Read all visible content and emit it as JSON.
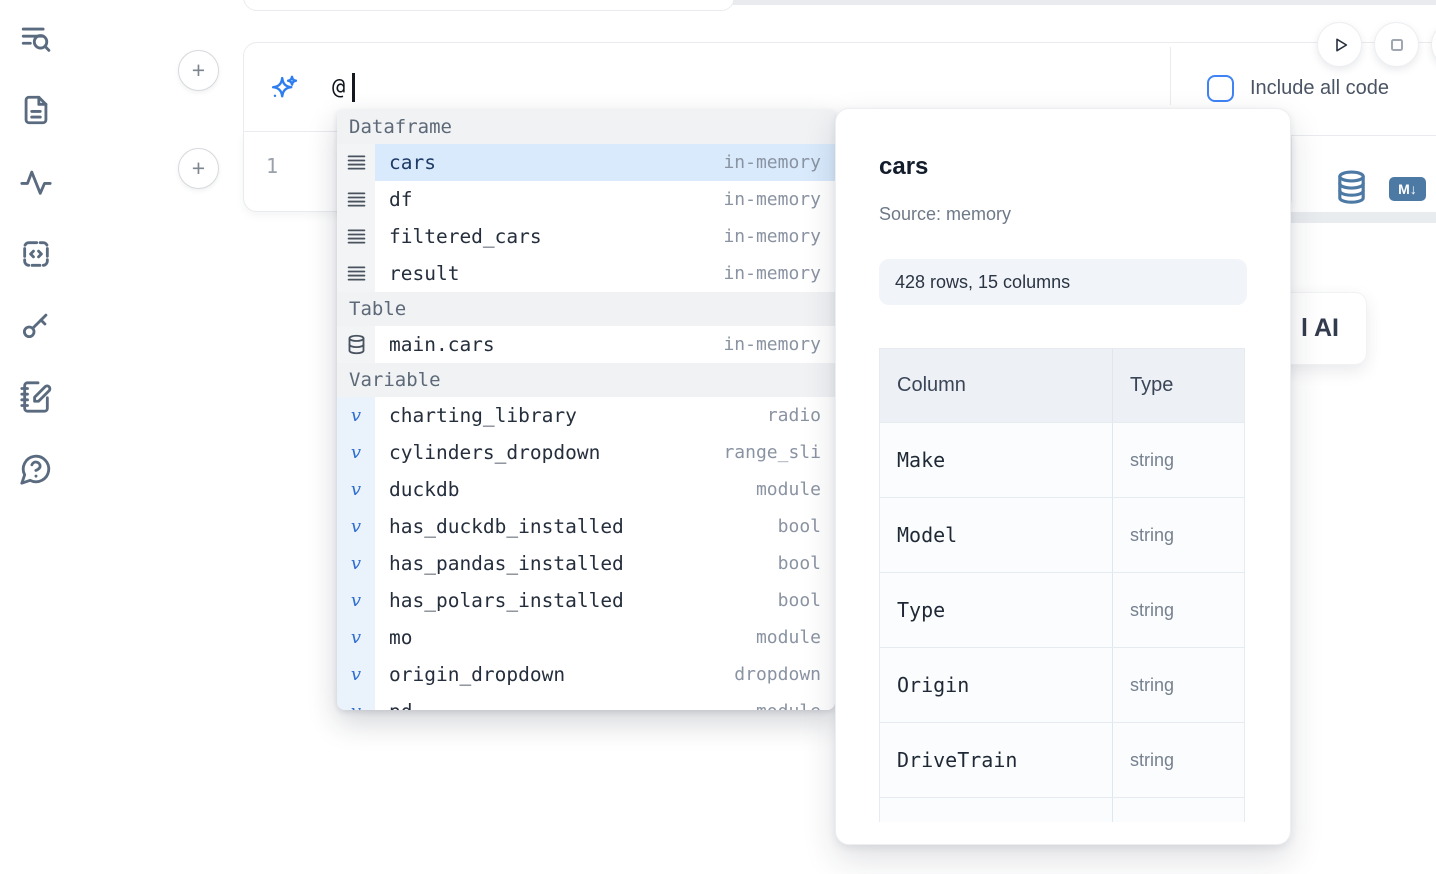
{
  "ai_input": {
    "value": "@",
    "include_all_code": "Include all code"
  },
  "code_cell": {
    "line_number": "1"
  },
  "autocomplete": {
    "sections": [
      {
        "label": "Dataframe",
        "items": [
          {
            "name": "cars",
            "type": "in-memory",
            "selected": true
          },
          {
            "name": "df",
            "type": "in-memory"
          },
          {
            "name": "filtered_cars",
            "type": "in-memory"
          },
          {
            "name": "result",
            "type": "in-memory"
          }
        ]
      },
      {
        "label": "Table",
        "items": [
          {
            "name": "main.cars",
            "type": "in-memory"
          }
        ]
      },
      {
        "label": "Variable",
        "items": [
          {
            "name": "charting_library",
            "type": "radio"
          },
          {
            "name": "cylinders_dropdown",
            "type": "range_sli"
          },
          {
            "name": "duckdb",
            "type": "module"
          },
          {
            "name": "has_duckdb_installed",
            "type": "bool"
          },
          {
            "name": "has_pandas_installed",
            "type": "bool"
          },
          {
            "name": "has_polars_installed",
            "type": "bool"
          },
          {
            "name": "mo",
            "type": "module"
          },
          {
            "name": "origin_dropdown",
            "type": "dropdown"
          },
          {
            "name": "pd",
            "type": "module"
          }
        ]
      }
    ]
  },
  "preview_panel": {
    "title": "cars",
    "source_label": "Source: memory",
    "shape_badge": "428 rows, 15 columns",
    "table": {
      "col_header": "Column",
      "type_header": "Type",
      "rows": [
        {
          "column": "Make",
          "type": "string"
        },
        {
          "column": "Model",
          "type": "string"
        },
        {
          "column": "Type",
          "type": "string"
        },
        {
          "column": "Origin",
          "type": "string"
        },
        {
          "column": "DriveTrain",
          "type": "string"
        }
      ]
    }
  },
  "output_toolbar": {
    "markdown_badge": "M↓"
  },
  "ai_button": {
    "visible_label": "l AI"
  },
  "icons": {
    "sidebar": [
      "list-search-icon",
      "file-text-icon",
      "activity-icon",
      "snippets-code-icon",
      "key-icon",
      "notebook-pen-icon",
      "help-chat-icon"
    ]
  },
  "colors": {
    "accent_blue": "#3f83f6",
    "sparkle_blue": "#2e7ef0",
    "steel_blue": "#4d7aa5",
    "selection_blue": "#d9eafc"
  }
}
